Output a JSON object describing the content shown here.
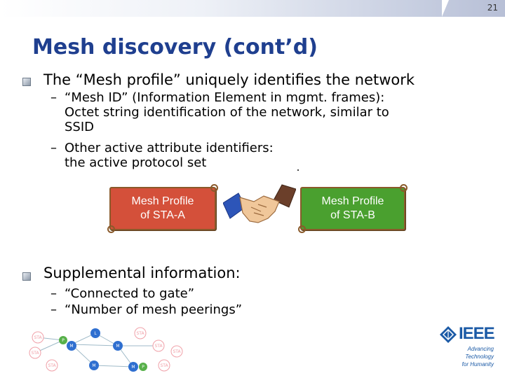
{
  "slide": {
    "number": "21",
    "title": "Mesh discovery (cont’d)"
  },
  "bullets": [
    {
      "text": "The “Mesh profile” uniquely identifies the network",
      "subs": [
        {
          "dash": "–",
          "lines": [
            "“Mesh ID” (Information Element in mgmt. frames):",
            "Octet string identification of the network, similar to",
            "SSID"
          ]
        },
        {
          "dash": "–",
          "lines": [
            "Other active attribute identifiers:",
            "the active protocol set"
          ]
        }
      ]
    },
    {
      "text": "Supplemental information:",
      "subs": [
        {
          "dash": "–",
          "lines": [
            "“Connected to gate”"
          ]
        },
        {
          "dash": "–",
          "lines": [
            "“Number of mesh peerings”"
          ]
        }
      ]
    }
  ],
  "profiles": {
    "a": {
      "line1": "Mesh Profile",
      "line2": "of STA-A",
      "color": "#d4503a"
    },
    "b": {
      "line1": "Mesh Profile",
      "line2": "of STA-B",
      "color": "#4aa02f"
    }
  },
  "mesh_diagram": {
    "nodes": {
      "sta": "STA",
      "p": "P",
      "m": "M",
      "l": "L"
    },
    "colors": {
      "sta": "#f0a0a8",
      "m": "#2f6fd0",
      "p": "#57b04a",
      "l": "#2f6fd0"
    }
  },
  "logo": {
    "name": "IEEE",
    "tagline1": "Advancing Technology",
    "tagline2": "for Humanity"
  }
}
